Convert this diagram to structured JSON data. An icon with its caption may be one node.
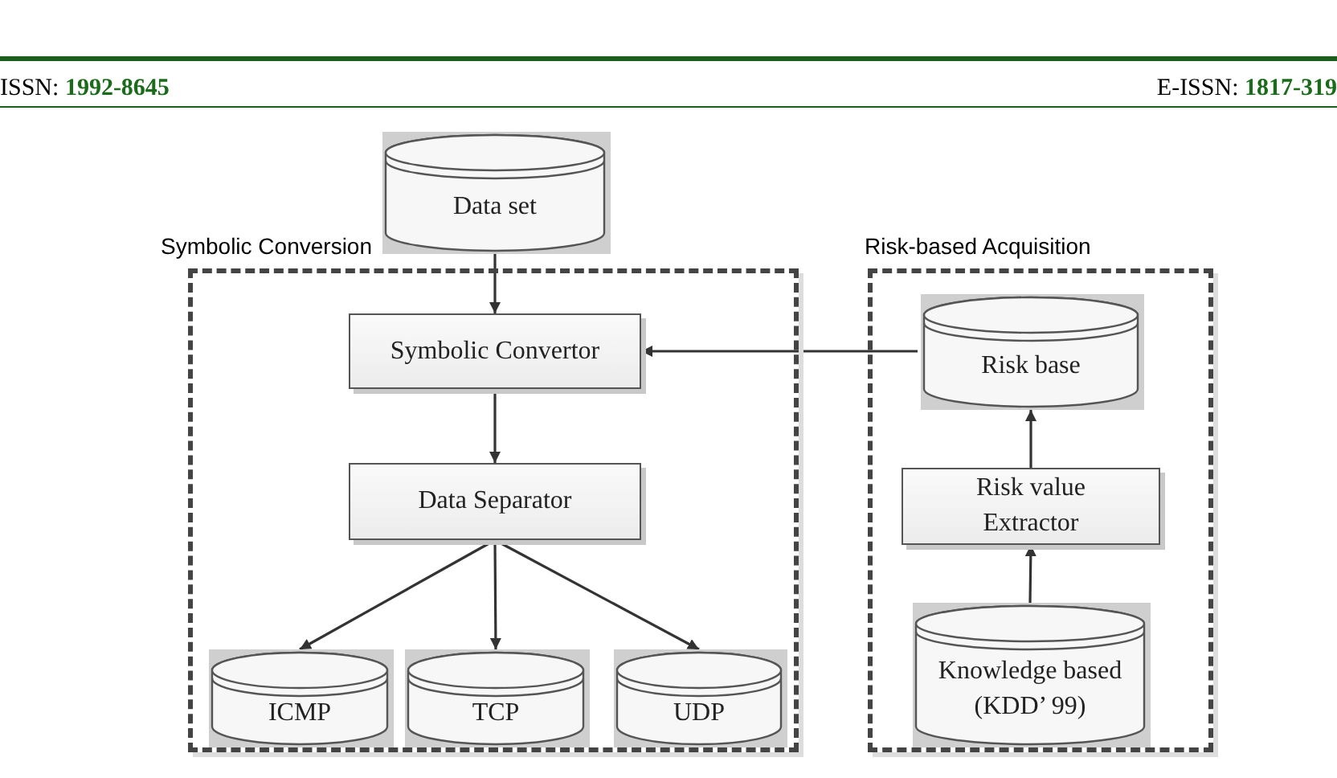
{
  "diagram": {
    "nodes": [
      {
        "text": [
          "Symbolic Conversion"
        ]
      },
      {
        "text": [
          "Data set"
        ]
      },
      {
        "text": [
          "Symbolic Convertor"
        ],
        "in": 0
      },
      {
        "text": [
          "Data Separator"
        ],
        "in": 0
      },
      {
        "text": [
          "ICMP"
        ],
        "in": 0
      },
      {
        "text": [
          "TCP"
        ],
        "in": 0
      },
      {
        "text": [
          "UDP"
        ],
        "in": 0
      },
      {
        "text": [
          "Risk-based Acquisition"
        ]
      },
      {
        "text": [
          "Risk base"
        ],
        "in": 7
      },
      {
        "text": [
          "Risk value Extractor"
        ],
        "in": 7
      },
      {
        "text": [
          "Knowledge based (KDD’ 99)"
        ],
        "in": 7
      }
    ],
    "edges": [
      {
        "from": 1,
        "to": 2,
        "arrow": "to"
      },
      {
        "from": 2,
        "to": 3,
        "arrow": "to"
      },
      {
        "from": 3,
        "to": 4,
        "arrow": "to"
      },
      {
        "from": 3,
        "to": 5,
        "arrow": "to"
      },
      {
        "from": 3,
        "to": 6,
        "arrow": "to"
      },
      {
        "from": 10,
        "to": 9,
        "arrow": "to"
      },
      {
        "from": 9,
        "to": 8,
        "arrow": "to"
      },
      {
        "from": 8,
        "to": 2,
        "arrow": "to"
      }
    ],
    "labels": [
      "ISSN: **1992-8645**",
      "E-ISSN: **1817-319**"
    ]
  }
}
